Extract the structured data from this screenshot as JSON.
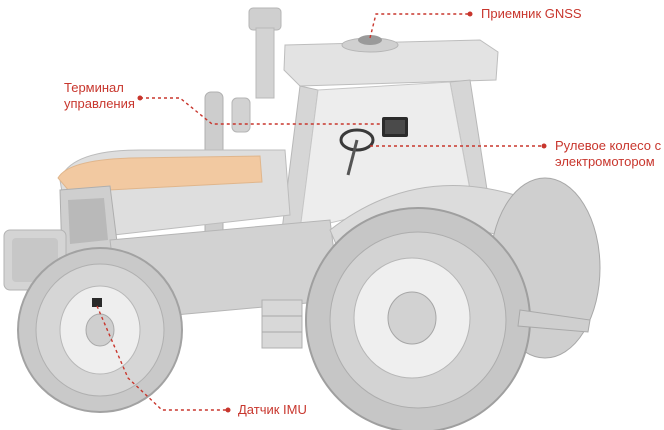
{
  "colors": {
    "accent": "#c8362d",
    "tractor_body": "#d9d9d9",
    "tractor_dark": "#c2c2c2",
    "hood_orange": "#f2c9a1"
  },
  "callouts": {
    "gnss": {
      "label": "Приемник GNSS"
    },
    "terminal": {
      "line1": "Терминал",
      "line2": "управления"
    },
    "steering": {
      "line1": "Рулевое колесо с",
      "line2": "электромотором"
    },
    "imu": {
      "label": "Датчик IMU"
    }
  }
}
